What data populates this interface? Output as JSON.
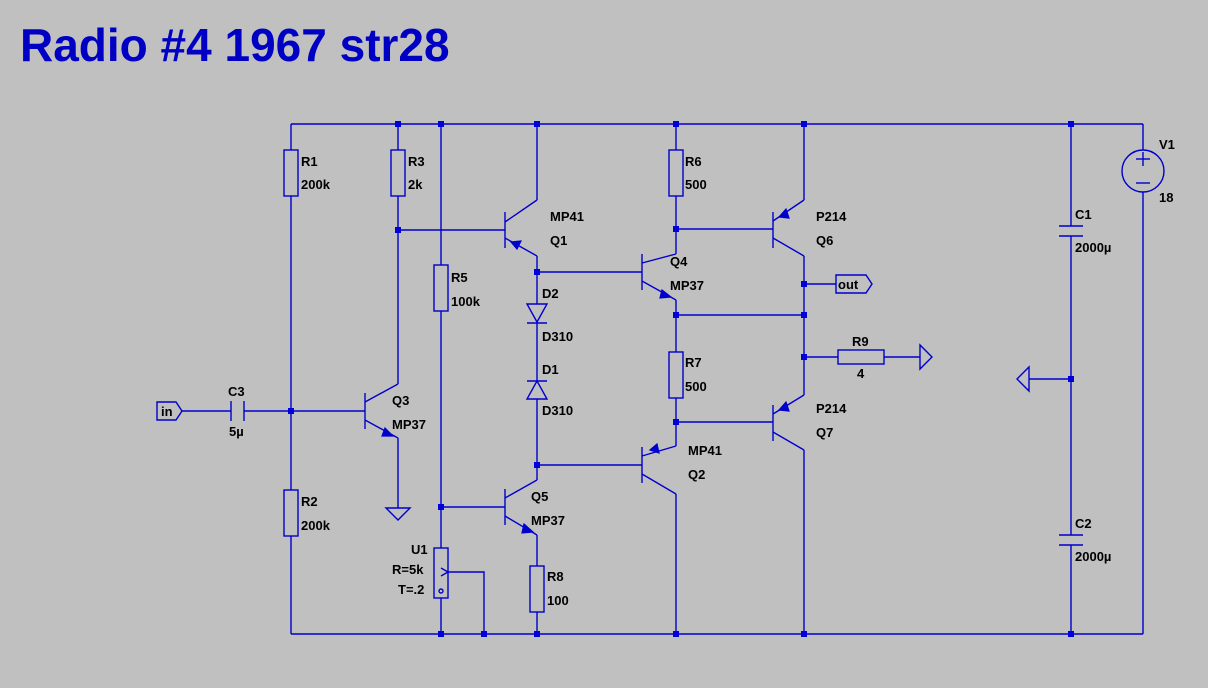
{
  "title": "Radio #4 1967 str28",
  "colors": {
    "background": "#c0c0c0",
    "wire": "#0000cc",
    "title": "#0000c4",
    "text": "#000000"
  },
  "labels": {
    "in": "in",
    "out": "out",
    "R1": "R1",
    "R1v": "200k",
    "R2": "R2",
    "R2v": "200k",
    "R3": "R3",
    "R3v": "2k",
    "R5": "R5",
    "R5v": "100k",
    "R6": "R6",
    "R6v": "500",
    "R7": "R7",
    "R7v": "500",
    "R8": "R8",
    "R8v": "100",
    "R9": "R9",
    "R9v": "4",
    "C1": "C1",
    "C1v": "2000µ",
    "C2": "C2",
    "C2v": "2000µ",
    "C3": "C3",
    "C3v": "5µ",
    "D1": "D1",
    "D1v": "D310",
    "D2": "D2",
    "D2v": "D310",
    "Q1": "Q1",
    "Q1v": "MP41",
    "Q2": "Q2",
    "Q2v": "MP41",
    "Q3": "Q3",
    "Q3v": "MP37",
    "Q4": "Q4",
    "Q4v": "MP37",
    "Q5": "Q5",
    "Q5v": "MP37",
    "Q6": "Q6",
    "Q6v": "P214",
    "Q7": "Q7",
    "Q7v": "P214",
    "V1": "V1",
    "V1v": "18",
    "U1": "U1",
    "U1r": "R=5k",
    "U1t": "T=.2"
  }
}
